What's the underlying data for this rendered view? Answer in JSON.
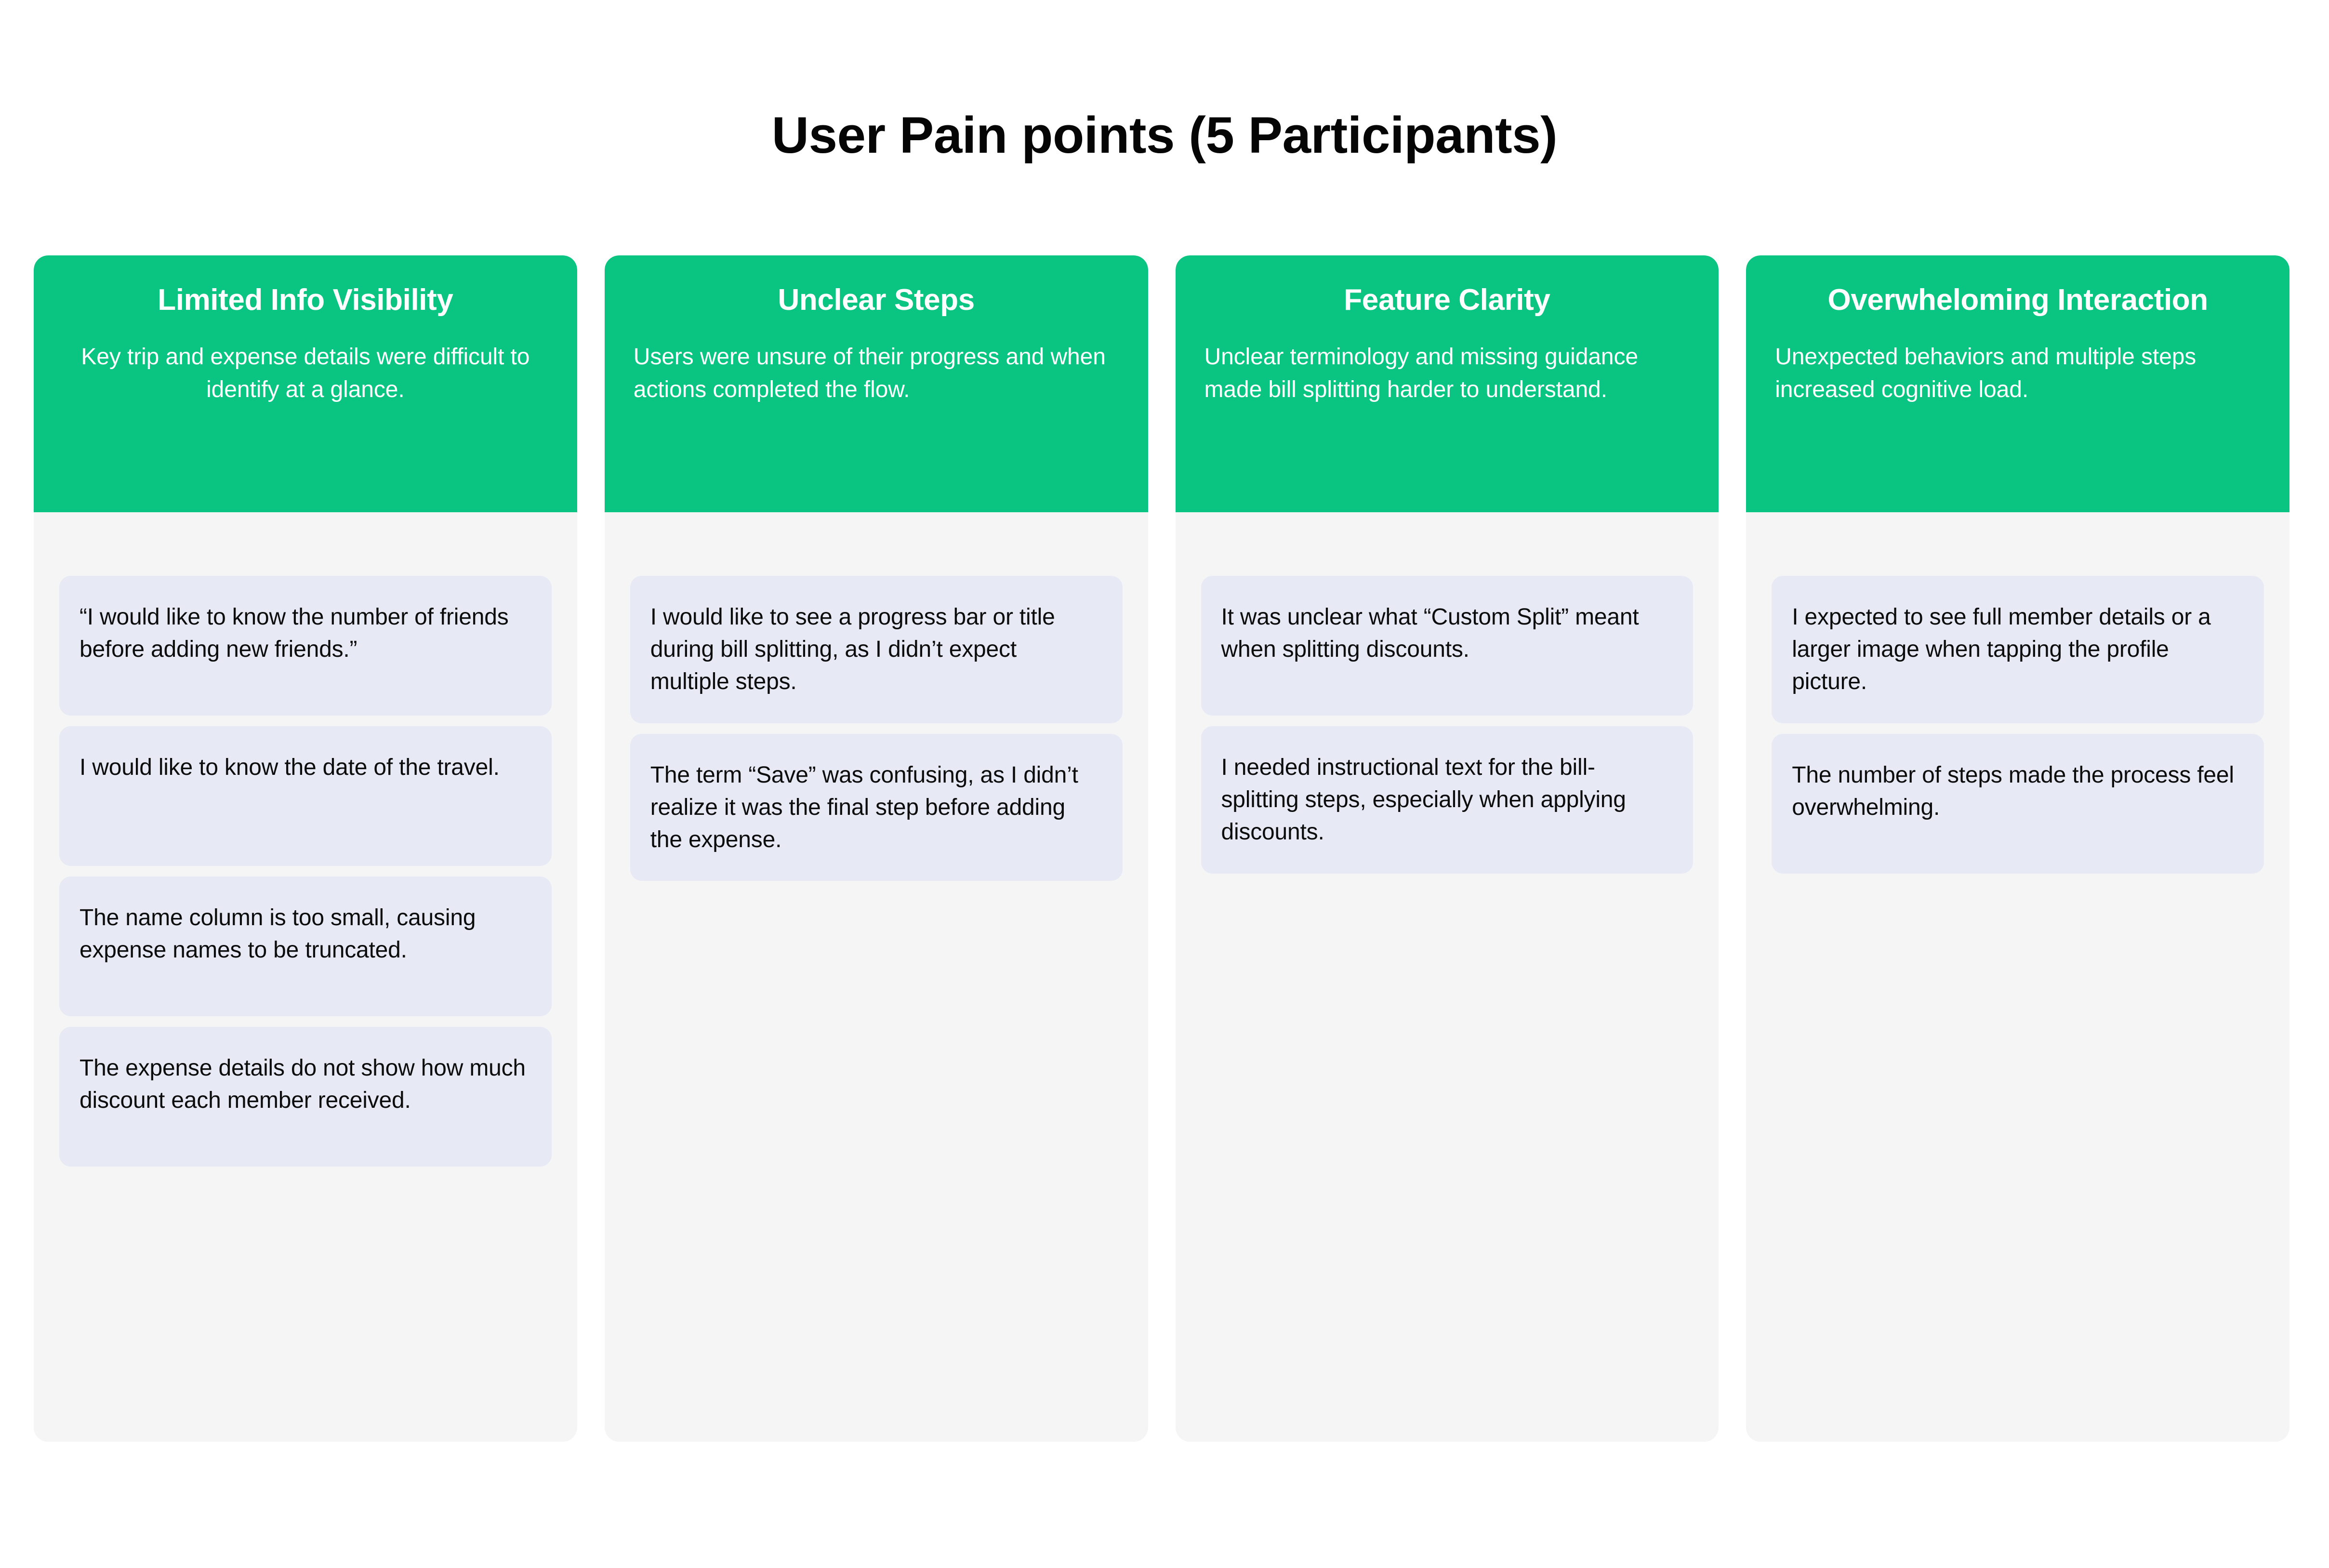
{
  "title": "User Pain points (5 Participants)",
  "theme": {
    "page_background": "#ffffff",
    "header_green": "#0ac482",
    "column_body_gray": "#f5f5f5",
    "quote_card_lavender": "#e7eaf5",
    "title_text": "#050505",
    "header_text": "#ffffff",
    "quote_text": "#0c0c0c"
  },
  "columns": [
    {
      "title": "Limited Info Visibility",
      "subtitle": "Key trip and expense details were difficult to identify at a glance.",
      "subtitle_align": "center",
      "quotes": [
        "“I would like to know the number of friends before adding new friends.”",
        "I would like to know the date of the travel.",
        "The name column is too small, causing expense names to be truncated.",
        "The expense details do not show how much discount each member received."
      ]
    },
    {
      "title": "Unclear Steps",
      "subtitle": "Users were unsure of their progress and when actions completed the flow.",
      "subtitle_align": "left",
      "quotes": [
        "I would like to see a progress bar or title during bill splitting, as I didn’t expect multiple steps.",
        "The term “Save” was confusing, as I didn’t realize it was the final step before adding the expense."
      ]
    },
    {
      "title": "Feature Clarity",
      "subtitle": "Unclear terminology and missing guidance made bill splitting harder to understand.",
      "subtitle_align": "left",
      "quotes": [
        "It was unclear what “Custom Split” meant when splitting discounts.",
        "I needed instructional text for the bill-splitting steps, especially when applying discounts."
      ]
    },
    {
      "title": "Overwheloming Interaction",
      "subtitle": "Unexpected behaviors and multiple steps increased cognitive load.",
      "subtitle_align": "left",
      "quotes": [
        "I expected to see full member details or a larger image when tapping the profile picture.",
        "The number of steps made the process feel overwhelming."
      ]
    }
  ]
}
